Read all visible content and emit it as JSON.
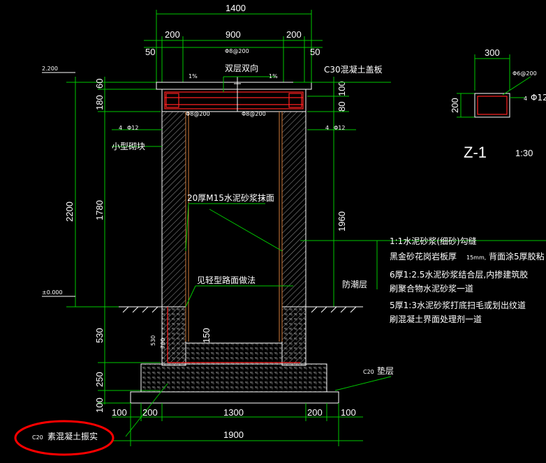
{
  "top_dims": {
    "overall": "1400",
    "left_part": "200",
    "center": "900",
    "right_part": "200",
    "outer_left": "50",
    "outer_right": "50"
  },
  "bottom_dims": {
    "left_100": "100",
    "left_200": "200",
    "center": "1300",
    "right_200": "200",
    "right_100": "100",
    "overall": "1900"
  },
  "left_dims": {
    "elev_top": "2.200",
    "d60": "60",
    "d180": "180",
    "d2200": "2200",
    "d1780": "1780",
    "elev_zero": "±0.000",
    "d530": "530",
    "d250": "250",
    "d100": "100"
  },
  "right_dims": {
    "d100": "100",
    "d80": "80",
    "d1960": "1960"
  },
  "rebar": {
    "phi8_top": "Φ8@200",
    "double_layer": "双层双向",
    "slope_left": "1%",
    "slope_right": "1%",
    "phi8_left": "Φ8@200",
    "phi8_right": "Φ8@200",
    "four_phi12_left": "4",
    "four_phi12_right": "4",
    "phi12": "Φ12"
  },
  "labels": {
    "c30_cover": "C30混凝土盖板",
    "small_block": "小型砌块",
    "plaster_20": "20厚M15水泥砂浆抹面",
    "road_practice": "见轻型路面做法",
    "dampproof": "防潮层",
    "d150": "150",
    "d530_inner": "530",
    "d700_inner": "700",
    "c20_cushion_code": "C20",
    "c20_cushion": "垫层",
    "c20_base_code": "C20",
    "c20_base": "素混凝土振实"
  },
  "notes": {
    "line1": "1:1水泥砂浆(细砂)勾缝",
    "line2a": "黑金砂花岗岩板厚",
    "line2b": "15mm,",
    "line2c": "背面涂5厚胶粘",
    "line3": "6厚1:2.5水泥砂浆结合层,内掺建筑胶",
    "line4": "刷聚合物水泥砂浆一道",
    "line5": "5厚1:3水泥砂浆打底扫毛或划出纹道",
    "line6": "刷混凝土界面处理剂一道"
  },
  "section_z1": {
    "width": "300",
    "height": "200",
    "stirrup": "Φ6@200",
    "bars_count": "4",
    "bars": "Φ12",
    "title": "Z-1",
    "scale": "1:30"
  }
}
